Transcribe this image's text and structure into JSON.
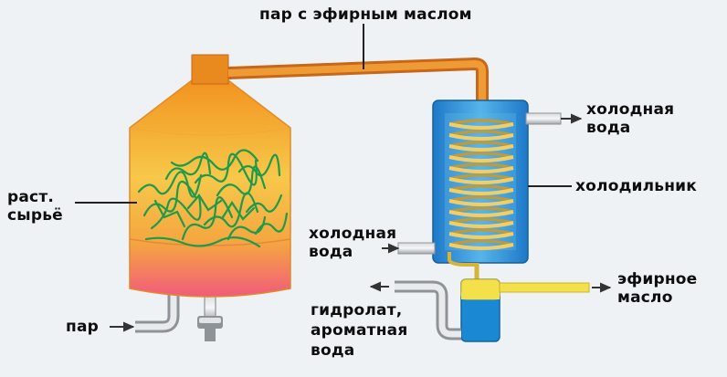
{
  "labels": {
    "vapor": "пар с эфирным маслом",
    "cold_water_out": [
      "холодная",
      "вода"
    ],
    "condenser": "холодильник",
    "raw_material": [
      "раст.",
      "сырьё"
    ],
    "cold_water_in": [
      "холодная",
      "вода"
    ],
    "essential_oil": [
      "эфирное",
      "масло"
    ],
    "hydrolate": [
      "гидролат,",
      "ароматная",
      "вода"
    ],
    "steam": "пар"
  },
  "colors": {
    "background": "#eef2f4",
    "still_top": "#f29a22",
    "still_bottom": "#f45a7a",
    "pipe_copper": "#e07a18",
    "condenser_water": "#2e8fd6",
    "coil": "#f0cf6a",
    "oil": "#f3e04a",
    "water": "#1a88d2",
    "herbs": "#1e9a4a",
    "steel_pipe": "#b8bcc0"
  }
}
